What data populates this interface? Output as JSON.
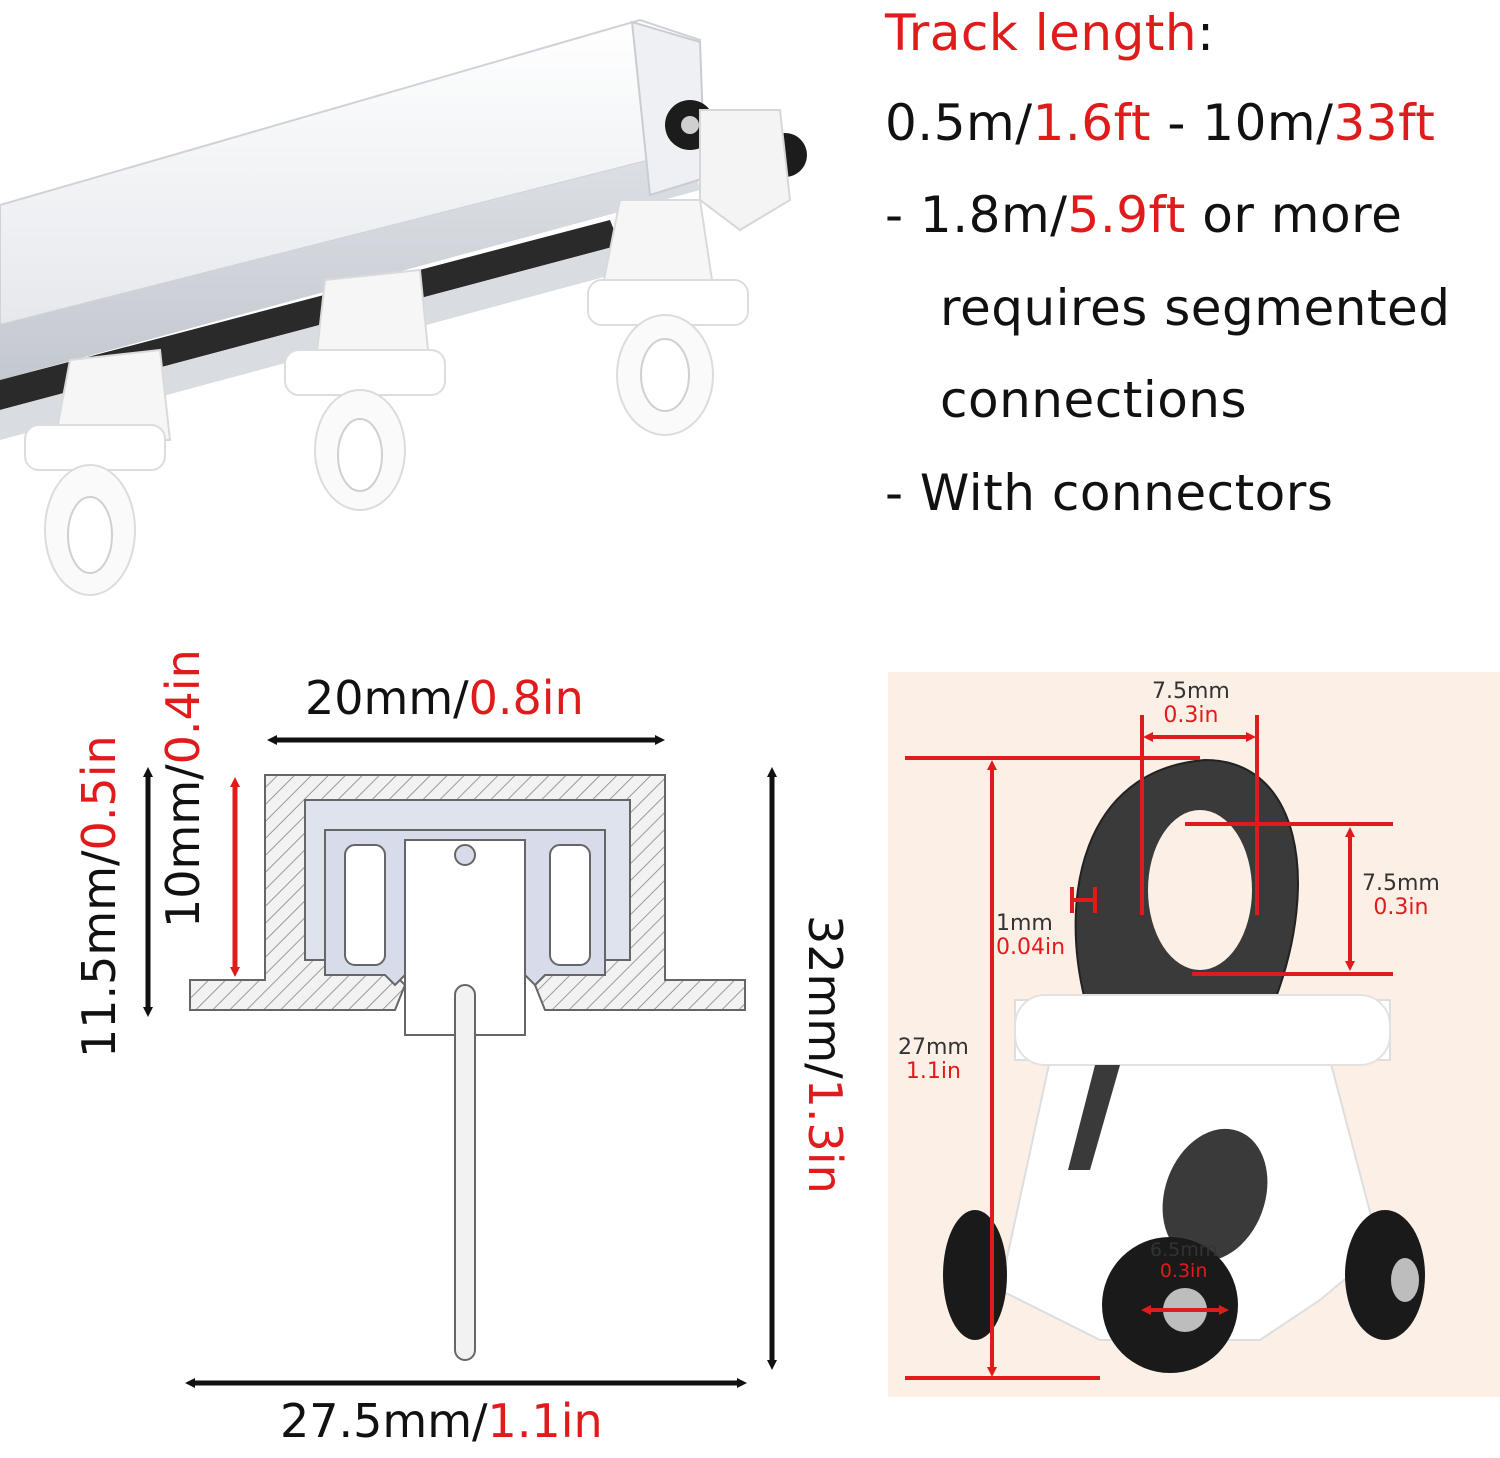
{
  "specs": {
    "title_a": "Track length",
    "title_b": ":",
    "line1": {
      "a": "0.5m/",
      "b": "1.6ft",
      "c": " - 10m/",
      "d": "33ft"
    },
    "line2": {
      "a": "- 1.8m/",
      "b": "5.9ft",
      "c": " or more"
    },
    "line3": "requires segmented",
    "line4": "connections",
    "line5": "- With connectors"
  },
  "track_profile": {
    "width_top": {
      "mm": "20mm/",
      "in": "0.8in"
    },
    "width_bottom": {
      "mm": "27.5mm/",
      "in": "1.1in"
    },
    "height_total": {
      "mm": "32mm/",
      "in": "1.3in"
    },
    "height_outer": {
      "mm": "11.5mm/",
      "in": "0.5in"
    },
    "height_inner": {
      "mm": "10mm/",
      "in": "0.4in"
    }
  },
  "glider": {
    "ring_width": {
      "mm": "7.5mm",
      "in": "0.3in"
    },
    "ring_height": {
      "mm": "7.5mm",
      "in": "0.3in"
    },
    "thickness": {
      "mm": "1mm",
      "in": "0.04in"
    },
    "total_height": {
      "mm": "27mm",
      "in": "1.1in"
    },
    "wheel_hole": {
      "mm": "6.5mm",
      "in": "0.3in"
    }
  },
  "colors": {
    "accent": "#e01b1b",
    "text": "#111111",
    "panel": "#fcefe6"
  }
}
